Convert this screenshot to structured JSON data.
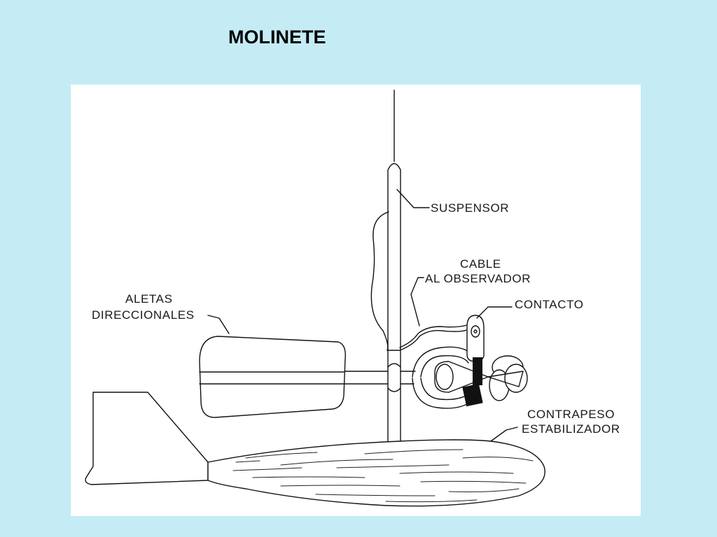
{
  "slide": {
    "title": "MOLINETE"
  },
  "diagram": {
    "labels": {
      "suspensor": "SUSPENSOR",
      "cable_line1": "CABLE",
      "cable_line2": "AL OBSERVADOR",
      "contacto": "CONTACTO",
      "aletas_line1": "ALETAS",
      "aletas_line2": "DIRECCIONALES",
      "contrapeso_line1": "CONTRAPESO",
      "contrapeso_line2": "ESTABILIZADOR"
    }
  },
  "colors": {
    "background": "#c5ecf5",
    "panel": "#ffffff",
    "ink": "#111111"
  }
}
